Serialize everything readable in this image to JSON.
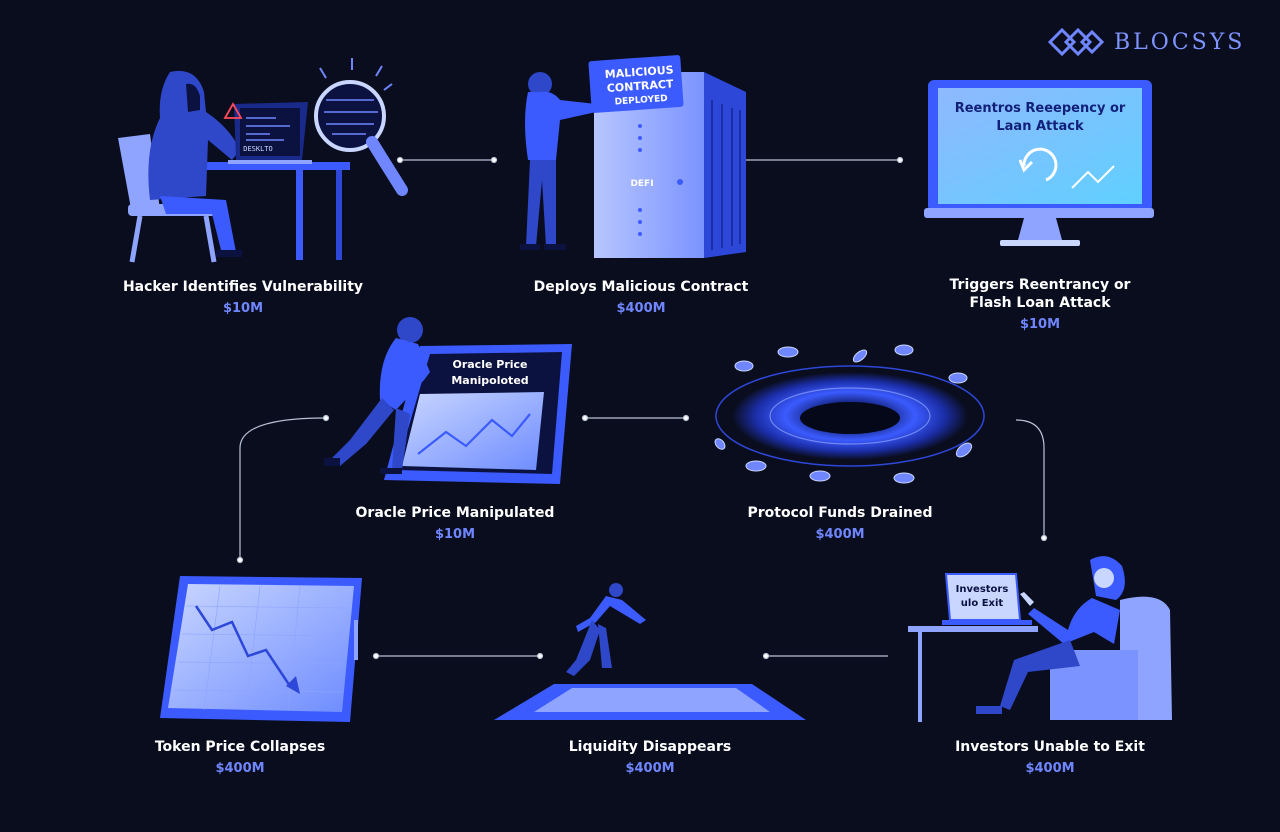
{
  "brand": {
    "name": "BLOCSYS",
    "logo_icon": "interlocked-diamond-logo"
  },
  "colors": {
    "background": "#0a0d1e",
    "accent": "#3b5bff",
    "amount": "#6f86ff",
    "connector": "#b9c2d6"
  },
  "steps": [
    {
      "title": "Hacker Identifies Vulnerability",
      "amount": "$10M",
      "laptop_text": "DESKLTO"
    },
    {
      "title": "Deploys Malicious Contract",
      "amount": "$400M",
      "sign_line1": "MALICIOUS",
      "sign_line2": "CONTRACT",
      "sign_line3": "DEPLOYED",
      "server_label": "DEFI"
    },
    {
      "title_line1": "Triggers Reentrancy or",
      "title_line2": "Flash Loan Attack",
      "amount": "$10M",
      "screen_line1": "Reentros Reeepency or",
      "screen_line2": "Laan Attack"
    },
    {
      "title": "Oracle Price Manipulated",
      "amount": "$10M",
      "screen_line1": "Oracle Price",
      "screen_line2": "Manipoloted"
    },
    {
      "title": "Protocol Funds Drained",
      "amount": "$400M"
    },
    {
      "title": "Token Price Collapses",
      "amount": "$400M"
    },
    {
      "title": "Liquidity Disappears",
      "amount": "$400M"
    },
    {
      "title": "Investors Unable to Exit",
      "amount": "$400M",
      "laptop_line1": "Investors",
      "laptop_line2": "ulo Exit"
    }
  ]
}
